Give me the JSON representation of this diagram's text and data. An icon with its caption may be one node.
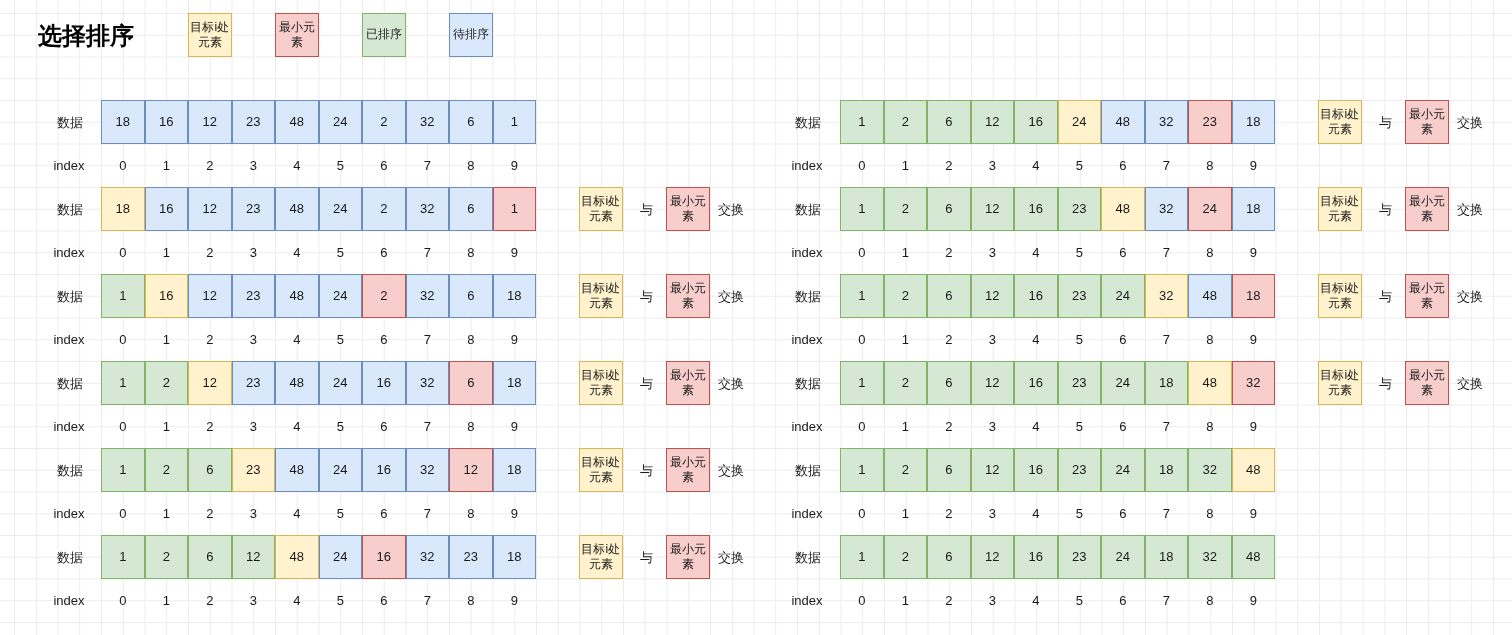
{
  "diagram": {
    "title": "选择排序",
    "legend": [
      {
        "text": "目标i处元素",
        "color": "#fff2cc"
      },
      {
        "text": "最小元素",
        "color": "#f8cecc"
      },
      {
        "text": "已排序",
        "color": "#d5e8d4"
      },
      {
        "text": "待排序",
        "color": "#dae8fc"
      }
    ],
    "nodes": [
      {
        "text": [
          "18"
        ]
      },
      {
        "text": [
          "16"
        ]
      },
      {
        "text": [
          "12"
        ]
      },
      {
        "text": [
          "23"
        ]
      },
      {
        "text": [
          "48"
        ]
      },
      {
        "text": [
          "24"
        ]
      },
      {
        "text": [
          "2"
        ]
      },
      {
        "text": [
          "32"
        ]
      },
      {
        "text": [
          "6"
        ]
      },
      {
        "text": [
          "1"
        ]
      },
      {
        "text": [
          "18"
        ]
      },
      {
        "text": [
          "16"
        ]
      },
      {
        "text": [
          "12"
        ]
      },
      {
        "text": [
          "23"
        ]
      },
      {
        "text": [
          "48"
        ]
      },
      {
        "text": [
          "24"
        ]
      },
      {
        "text": [
          "2"
        ]
      },
      {
        "text": [
          "32"
        ]
      },
      {
        "text": [
          "6"
        ]
      },
      {
        "text": [
          "1"
        ]
      },
      {
        "text": [
          "目标i处元素"
        ]
      },
      {
        "text": [
          "最小元素"
        ]
      },
      {
        "text": [
          "1"
        ]
      },
      {
        "text": [
          "16"
        ]
      },
      {
        "text": [
          "12"
        ]
      },
      {
        "text": [
          "23"
        ]
      },
      {
        "text": [
          "48"
        ]
      },
      {
        "text": [
          "24"
        ]
      },
      {
        "text": [
          "2"
        ]
      },
      {
        "text": [
          "32"
        ]
      },
      {
        "text": [
          "6"
        ]
      },
      {
        "text": [
          "18"
        ]
      },
      {
        "text": [
          "目标i处元素"
        ]
      },
      {
        "text": [
          "最小元素"
        ]
      },
      {
        "text": [
          "1"
        ]
      },
      {
        "text": [
          "2"
        ]
      },
      {
        "text": [
          "12"
        ]
      },
      {
        "text": [
          "23"
        ]
      },
      {
        "text": [
          "48"
        ]
      },
      {
        "text": [
          "24"
        ]
      },
      {
        "text": [
          "16"
        ]
      },
      {
        "text": [
          "32"
        ]
      },
      {
        "text": [
          "6"
        ]
      },
      {
        "text": [
          "18"
        ]
      },
      {
        "text": [
          "目标i处元素"
        ]
      },
      {
        "text": [
          "最小元素"
        ]
      },
      {
        "text": [
          "1"
        ]
      },
      {
        "text": [
          "2"
        ]
      },
      {
        "text": [
          "6"
        ]
      },
      {
        "text": [
          "23"
        ]
      },
      {
        "text": [
          "48"
        ]
      },
      {
        "text": [
          "24"
        ]
      },
      {
        "text": [
          "16"
        ]
      },
      {
        "text": [
          "32"
        ]
      },
      {
        "text": [
          "12"
        ]
      },
      {
        "text": [
          "18"
        ]
      },
      {
        "text": [
          "目标i处元素"
        ]
      },
      {
        "text": [
          "最小元素"
        ]
      },
      {
        "text": [
          "1"
        ]
      },
      {
        "text": [
          "2"
        ]
      },
      {
        "text": [
          "6"
        ]
      },
      {
        "text": [
          "12"
        ]
      },
      {
        "text": [
          "48"
        ]
      },
      {
        "text": [
          "24"
        ]
      },
      {
        "text": [
          "16"
        ]
      },
      {
        "text": [
          "32"
        ]
      },
      {
        "text": [
          "23"
        ]
      },
      {
        "text": [
          "18"
        ]
      },
      {
        "text": [
          "目标i处元素"
        ]
      },
      {
        "text": [
          "最小元素"
        ]
      },
      {
        "text": [
          "1"
        ]
      },
      {
        "text": [
          "2"
        ]
      },
      {
        "text": [
          "6"
        ]
      },
      {
        "text": [
          "12"
        ]
      },
      {
        "text": [
          "16"
        ]
      },
      {
        "text": [
          "24"
        ]
      },
      {
        "text": [
          "48"
        ]
      },
      {
        "text": [
          "32"
        ]
      },
      {
        "text": [
          "23"
        ]
      },
      {
        "text": [
          "18"
        ]
      },
      {
        "text": [
          "目标i处元素"
        ]
      },
      {
        "text": [
          "最小元素"
        ]
      },
      {
        "text": [
          "1"
        ]
      },
      {
        "text": [
          "2"
        ]
      },
      {
        "text": [
          "6"
        ]
      },
      {
        "text": [
          "12"
        ]
      },
      {
        "text": [
          "16"
        ]
      },
      {
        "text": [
          "23"
        ]
      },
      {
        "text": [
          "48"
        ]
      },
      {
        "text": [
          "32"
        ]
      },
      {
        "text": [
          "24"
        ]
      },
      {
        "text": [
          "18"
        ]
      },
      {
        "text": [
          "目标i处元素"
        ]
      },
      {
        "text": [
          "最小元素"
        ]
      },
      {
        "text": [
          "1"
        ]
      },
      {
        "text": [
          "2"
        ]
      },
      {
        "text": [
          "6"
        ]
      },
      {
        "text": [
          "12"
        ]
      },
      {
        "text": [
          "16"
        ]
      },
      {
        "text": [
          "23"
        ]
      },
      {
        "text": [
          "24"
        ]
      },
      {
        "text": [
          "32"
        ]
      },
      {
        "text": [
          "48"
        ]
      },
      {
        "text": [
          "18"
        ]
      },
      {
        "text": [
          "目标i处元素"
        ]
      },
      {
        "text": [
          "最小元素"
        ]
      },
      {
        "text": [
          "1"
        ]
      },
      {
        "text": [
          "2"
        ]
      },
      {
        "text": [
          "6"
        ]
      },
      {
        "text": [
          "12"
        ]
      },
      {
        "text": [
          "16"
        ]
      },
      {
        "text": [
          "23"
        ]
      },
      {
        "text": [
          "24"
        ]
      },
      {
        "text": [
          "18"
        ]
      },
      {
        "text": [
          "48"
        ]
      },
      {
        "text": [
          "32"
        ]
      },
      {
        "text": [
          "目标i处元素"
        ]
      },
      {
        "text": [
          "最小元素"
        ]
      },
      {
        "text": [
          "1"
        ]
      },
      {
        "text": [
          "2"
        ]
      },
      {
        "text": [
          "6"
        ]
      },
      {
        "text": [
          "12"
        ]
      },
      {
        "text": [
          "16"
        ]
      },
      {
        "text": [
          "23"
        ]
      },
      {
        "text": [
          "24"
        ]
      },
      {
        "text": [
          "18"
        ]
      },
      {
        "text": [
          "32"
        ]
      },
      {
        "text": [
          "48"
        ]
      },
      {
        "text": [
          "1"
        ]
      },
      {
        "text": [
          "2"
        ]
      },
      {
        "text": [
          "6"
        ]
      },
      {
        "text": [
          "12"
        ]
      },
      {
        "text": [
          "16"
        ]
      },
      {
        "text": [
          "23"
        ]
      },
      {
        "text": [
          "24"
        ]
      },
      {
        "text": [
          "18"
        ]
      },
      {
        "text": [
          "32"
        ]
      },
      {
        "text": [
          "48"
        ]
      }
    ],
    "labels": [
      "数据",
      "index",
      "0",
      "1",
      "2",
      "3",
      "4",
      "5",
      "6",
      "7",
      "8",
      "9",
      "数据",
      "与",
      "交换",
      "index",
      "0",
      "1",
      "2",
      "3",
      "4",
      "5",
      "6",
      "7",
      "8",
      "9",
      "数据",
      "与",
      "交换",
      "index",
      "0",
      "1",
      "2",
      "3",
      "4",
      "5",
      "6",
      "7",
      "8",
      "9",
      "数据",
      "与",
      "交换",
      "index",
      "0",
      "1",
      "2",
      "3",
      "4",
      "5",
      "6",
      "7",
      "8",
      "9",
      "数据",
      "与",
      "交换",
      "index",
      "0",
      "1",
      "2",
      "3",
      "4",
      "5",
      "6",
      "7",
      "8",
      "9",
      "数据",
      "与",
      "交换",
      "index",
      "0",
      "1",
      "2",
      "3",
      "4",
      "5",
      "6",
      "7",
      "8",
      "9",
      "数据",
      "与",
      "交换",
      "index",
      "0",
      "1",
      "2",
      "3",
      "4",
      "5",
      "6",
      "7",
      "8",
      "9",
      "数据",
      "与",
      "交换",
      "index",
      "0",
      "1",
      "2",
      "3",
      "4",
      "5",
      "6",
      "7",
      "8",
      "9",
      "数据",
      "与",
      "交换",
      "index",
      "0",
      "1",
      "2",
      "3",
      "4",
      "5",
      "6",
      "7",
      "8",
      "9",
      "数据",
      "与",
      "交换",
      "index",
      "0",
      "1",
      "2",
      "3",
      "4",
      "5",
      "6",
      "7",
      "8",
      "9",
      "数据",
      "index",
      "0",
      "1",
      "2",
      "3",
      "4",
      "5",
      "6",
      "7",
      "8",
      "9",
      "数据",
      "index",
      "0",
      "1",
      "2",
      "3",
      "4",
      "5",
      "6",
      "7",
      "8",
      "9"
    ]
  }
}
